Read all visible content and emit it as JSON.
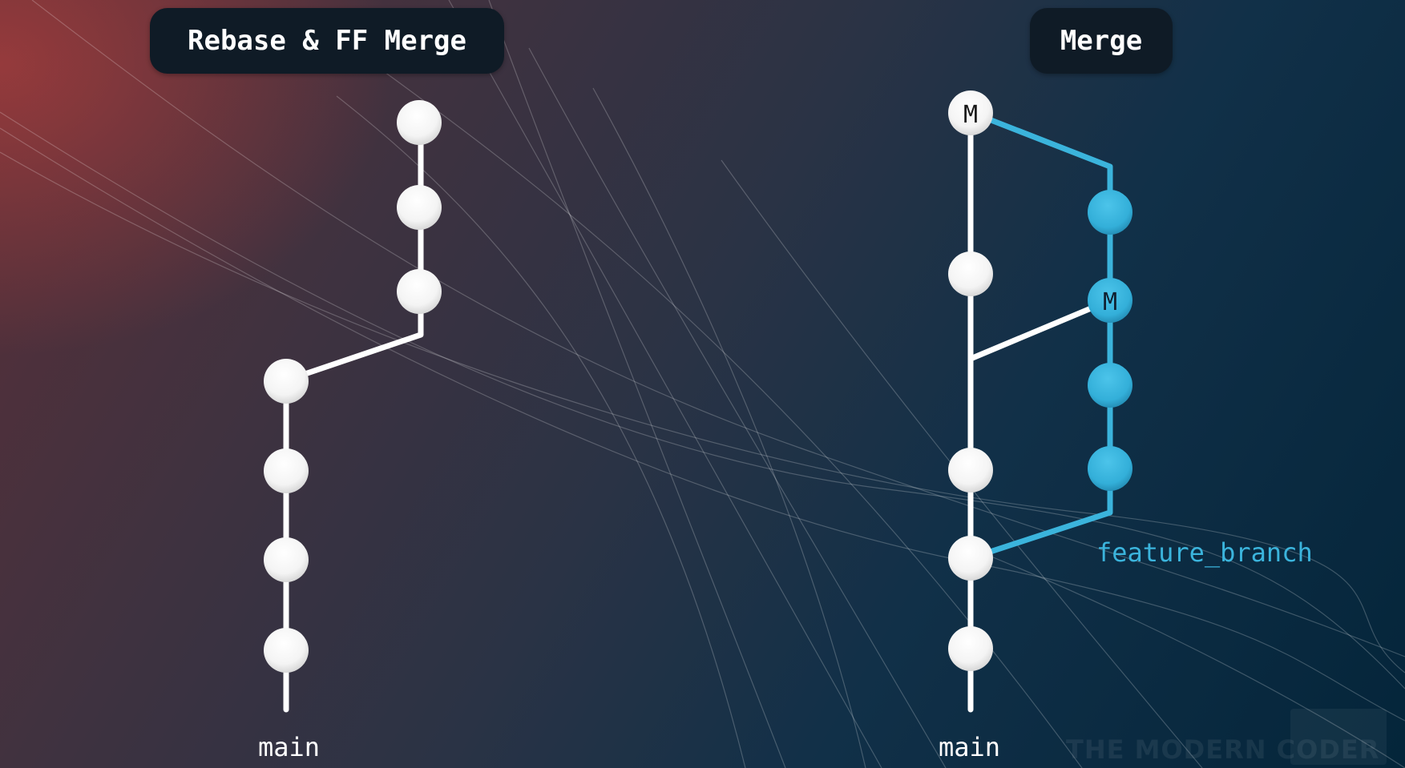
{
  "panels": {
    "rebase": {
      "title": "Rebase & FF Merge",
      "branch_label": "main"
    },
    "merge": {
      "title": "Merge",
      "branch_label": "main",
      "feature_label": "feature_branch",
      "merge_commit_label": "M",
      "feature_merge_commit_label": "M"
    }
  },
  "watermark": "THE MODERN CODER",
  "colors": {
    "main_line": "#ffffff",
    "feature_line": "#3bb4dc",
    "feature_node": "#35b2dc",
    "title_bg": "#0f1b26"
  }
}
